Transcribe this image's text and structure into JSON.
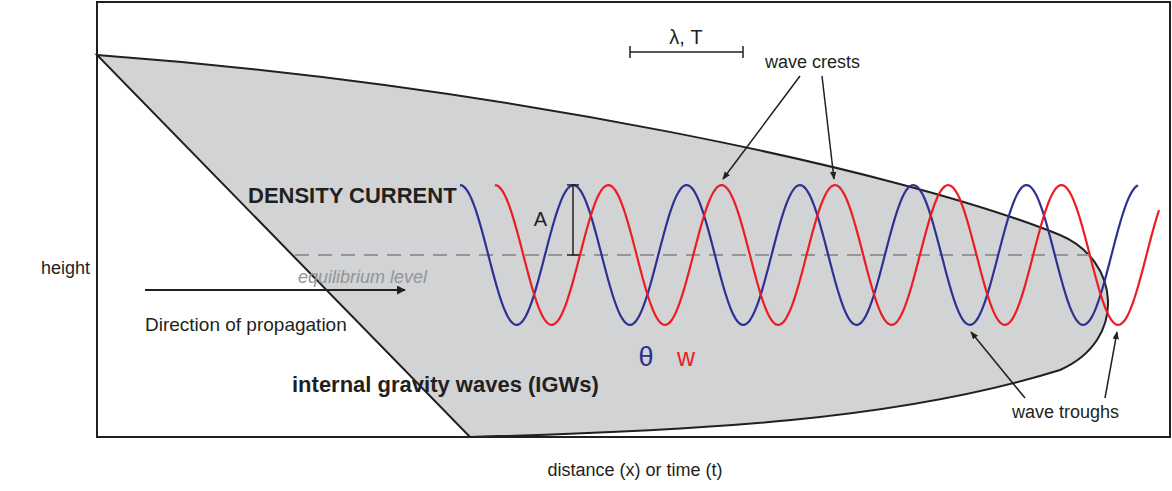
{
  "diagram": {
    "labels": [
      "DENSITY CURRENT",
      "Direction of propagation",
      "equilibrium level",
      "internal gravity waves (IGWs)",
      "λ, T",
      "A",
      "θ",
      "w",
      "wave crests",
      "wave troughs",
      "height",
      "distance (x) or time (t)"
    ]
  }
}
